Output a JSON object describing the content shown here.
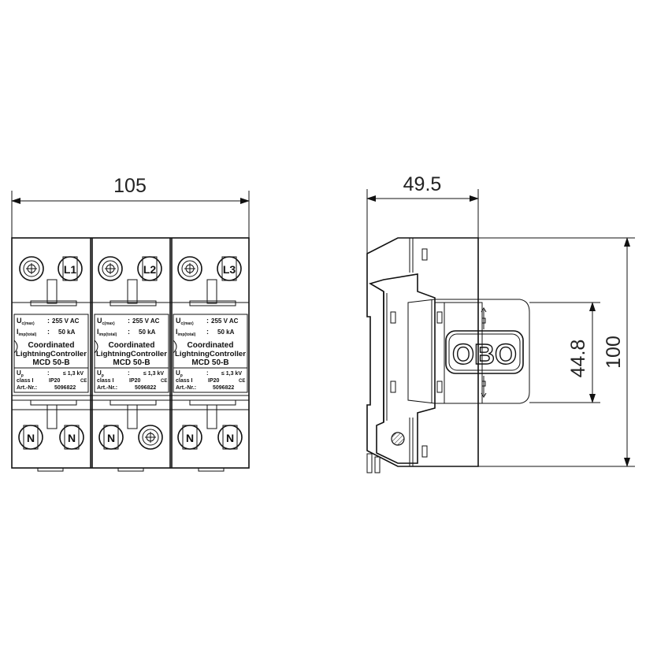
{
  "dimensions": {
    "width_front": "105",
    "depth_side": "49.5",
    "window_height": "44.8",
    "height_total": "100"
  },
  "front_view": {
    "modules": [
      {
        "top_terminals": [
          "",
          "L1"
        ],
        "bottom_terminals": [
          "N",
          "N"
        ]
      },
      {
        "top_terminals": [
          "",
          "L2"
        ],
        "bottom_terminals": [
          "N",
          ""
        ]
      },
      {
        "top_terminals": [
          "",
          "L3"
        ],
        "bottom_terminals": [
          "N",
          "N"
        ]
      }
    ],
    "label": {
      "row1_left": "U",
      "row1_left_sub": "c(max)",
      "row1_sep": ":",
      "row1_right": "255  V  AC",
      "row2_left": "I",
      "row2_left_sub": "imp(total)",
      "row2_sep": ":",
      "row2_right": "50  kA",
      "title1": "Coordinated",
      "title2": "LightningController",
      "model": "MCD 50-B",
      "row3_left": "U",
      "row3_left_sub": "p",
      "row3_sep": ":",
      "row3_right": "≤ 1,3 kV",
      "row4_left": "class I",
      "row4_right": "IP20",
      "row4_mark": "CE",
      "row5_left": "Art.-Nr.:",
      "row5_right": "5096822"
    }
  },
  "side_view": {
    "logo": "OBO"
  }
}
